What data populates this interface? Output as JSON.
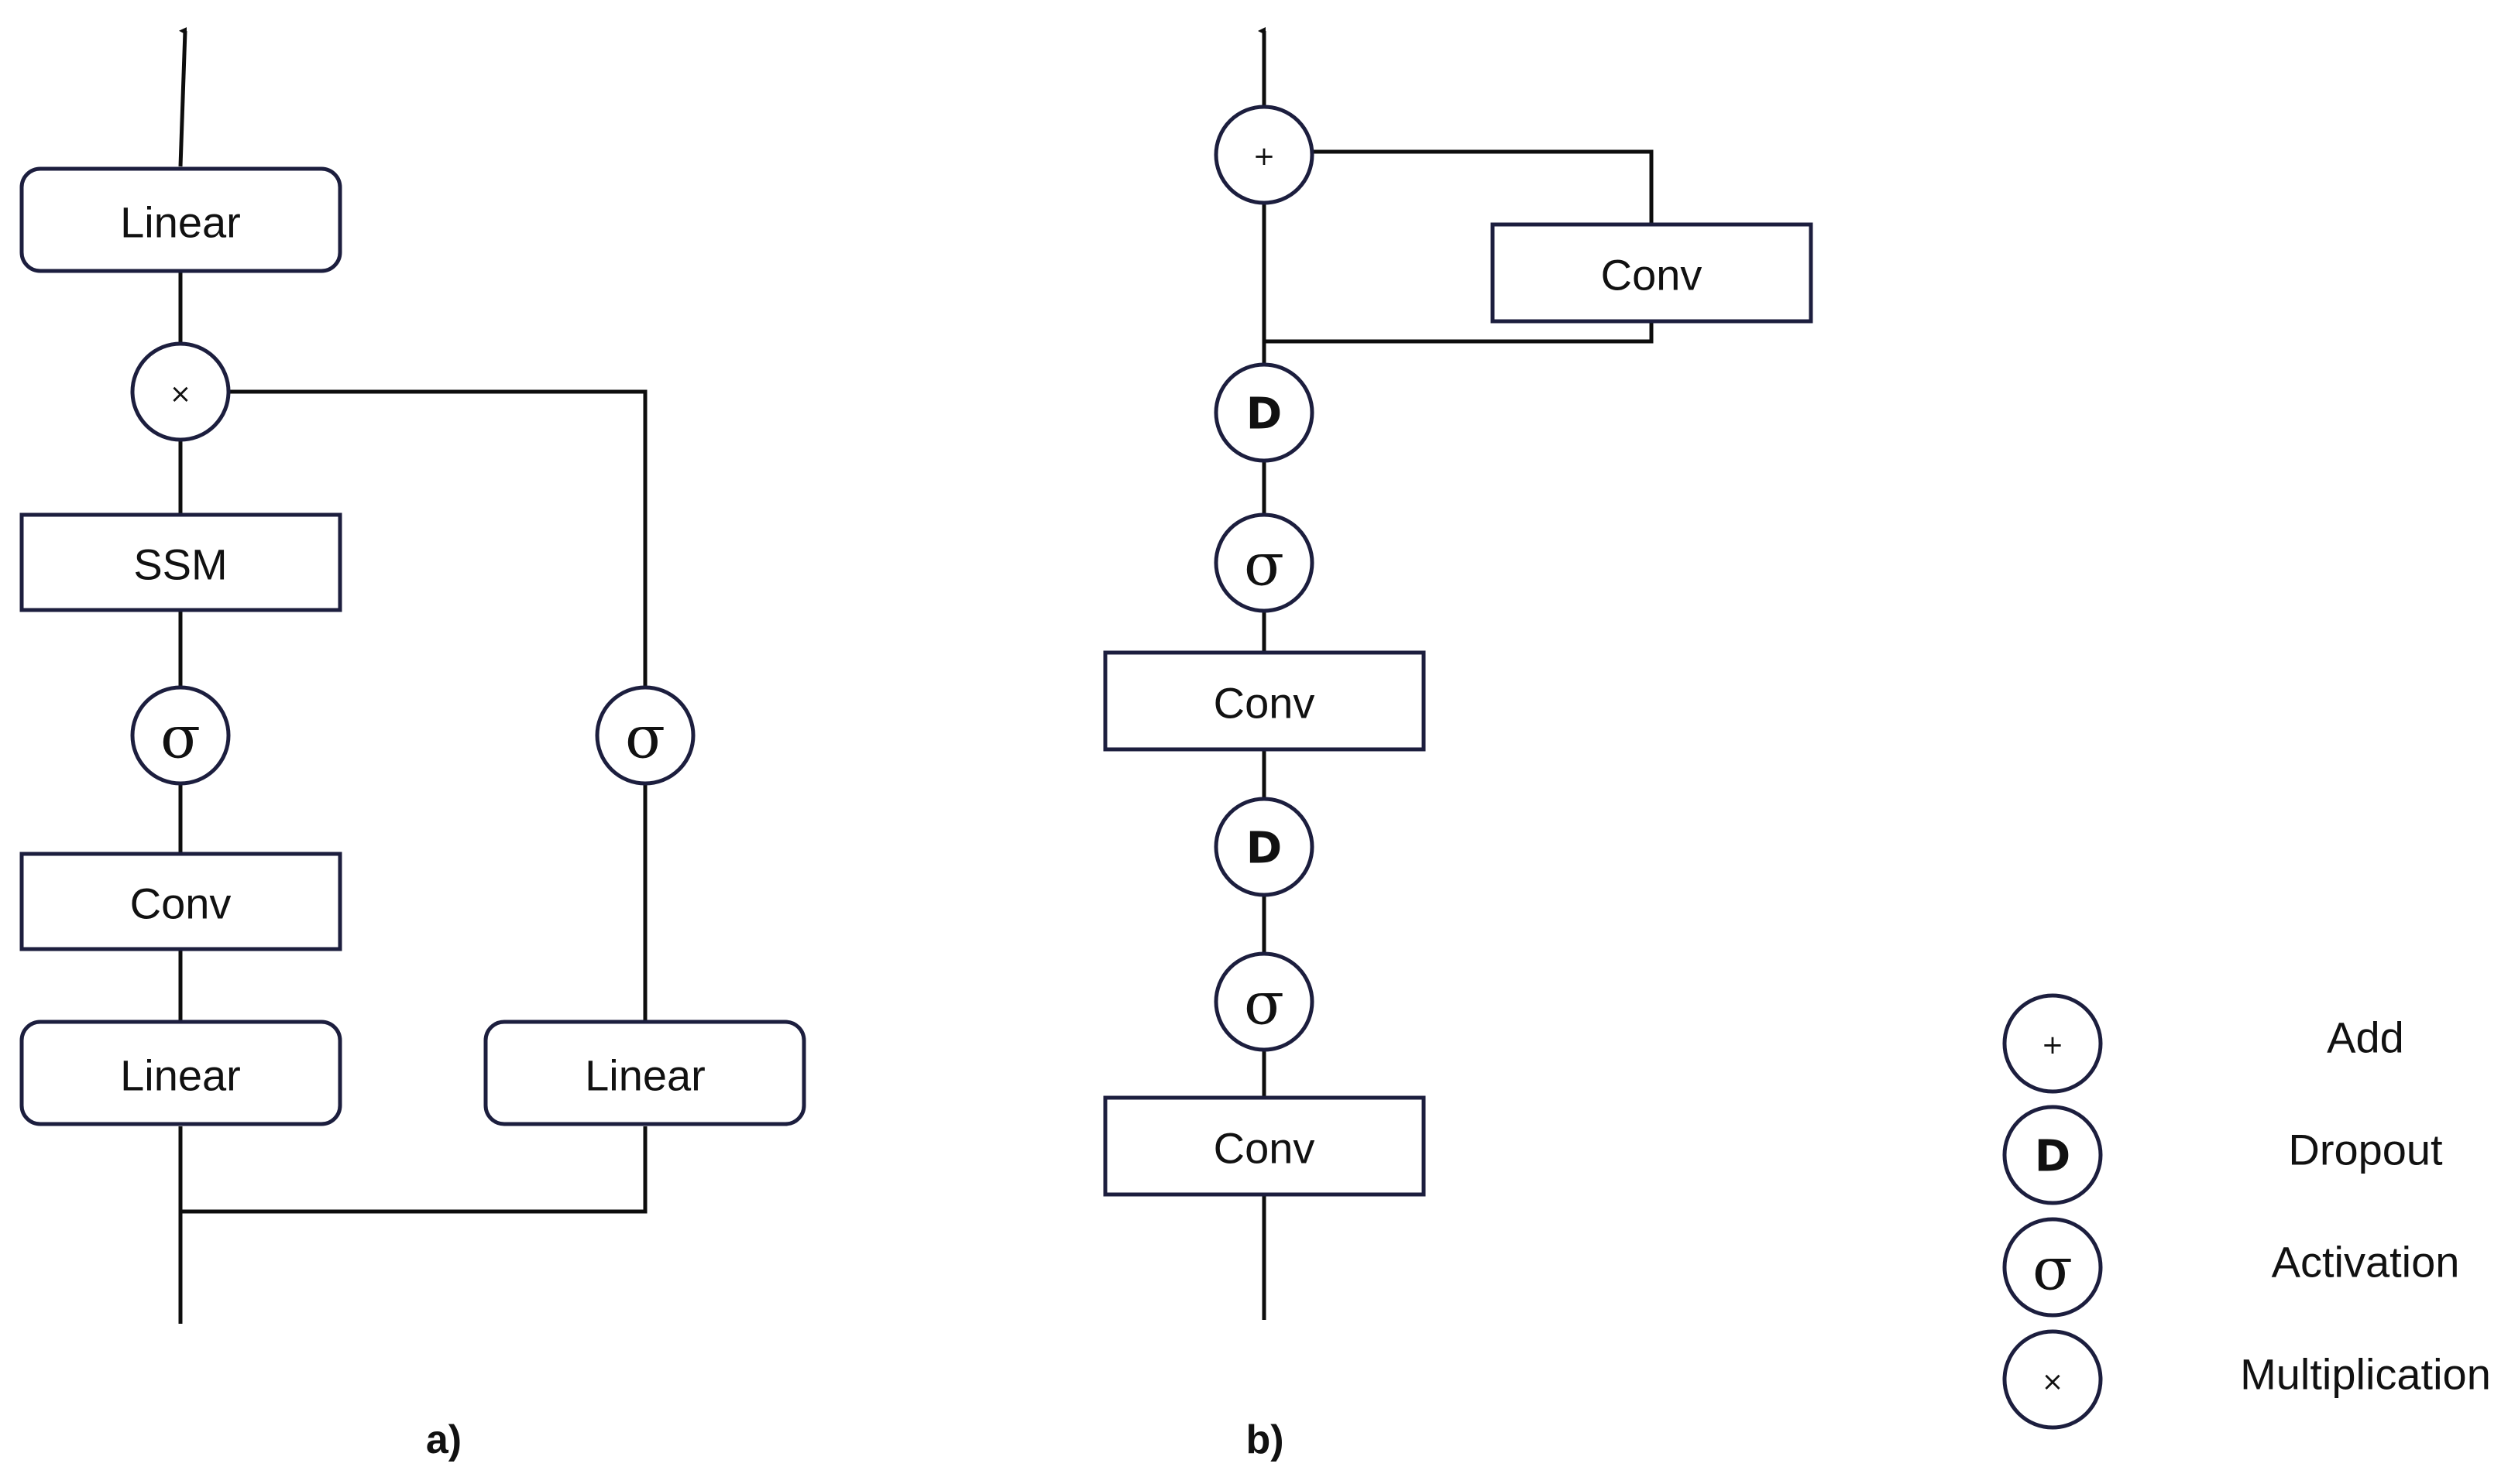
{
  "blocks": {
    "linear": "Linear",
    "ssm": "SSM",
    "conv": "Conv"
  },
  "symbols": {
    "add": "+",
    "multiply": "×",
    "dropout": "D",
    "activation": "σ"
  },
  "captions": {
    "a": "a)",
    "b": "b)"
  },
  "legend": {
    "add": "Add",
    "dropout": "Dropout",
    "activation": "Activation",
    "multiplication": "Multiplication"
  },
  "colors": {
    "stroke": "#1c1e3e",
    "line": "#0d0d0d",
    "background": "#ffffff"
  }
}
